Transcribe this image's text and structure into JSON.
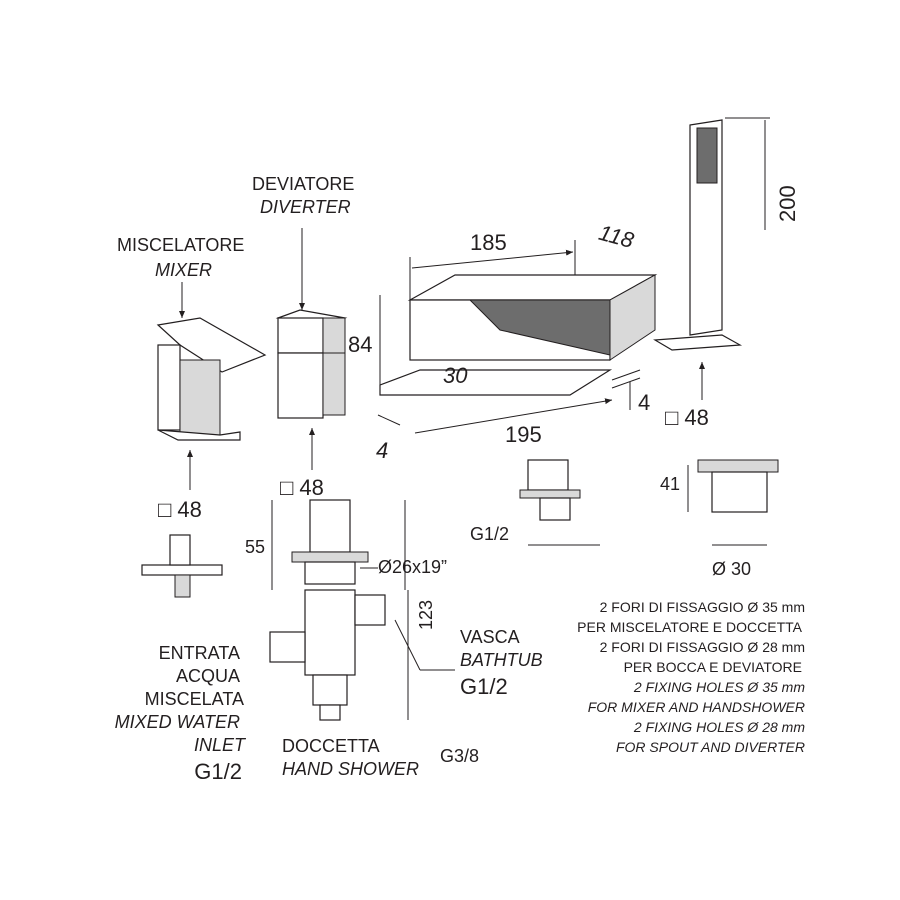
{
  "labels": {
    "diverter_it": "DEVIATORE",
    "diverter_en": "DIVERTER",
    "mixer_it": "MISCELATORE",
    "mixer_en": "MIXER",
    "inlet_it_1": "ENTRATA",
    "inlet_it_2": "ACQUA",
    "inlet_it_3": "MISCELATA",
    "inlet_en_1": "MIXED WATER",
    "inlet_en_2": "INLET",
    "inlet_thread": "G1/2",
    "bathtub_it": "VASCA",
    "bathtub_en": "BATHTUB",
    "bathtub_thread": "G1/2",
    "shower_it": "DOCCETTA",
    "shower_en": "HAND SHOWER",
    "shower_thread": "G3/8"
  },
  "dimensions": {
    "spout_width": "185",
    "spout_depth": "118",
    "spout_height": "84",
    "spout_angle": "30",
    "plate_thickness": "4",
    "plate_width": "195",
    "plate_thickness_left": "4",
    "handshower_height": "200",
    "handshower_base": "□ 48",
    "mixer_base": "□ 48",
    "diverter_base": "□ 48",
    "flange_height": "41",
    "spout_thread": "G1/2",
    "flange_diameter": "Ø 30",
    "diverter_shank": "55",
    "diverter_thread": "Ø26x19”",
    "diverter_body": "123"
  },
  "notes": [
    "2 FORI DI FISSAGGIO Ø 35 mm",
    "PER MISCELATORE E DOCCETTA",
    "2 FORI DI FISSAGGIO Ø 28 mm",
    "PER BOCCA E DEVIATORE",
    "2 FIXING HOLES Ø 35 mm",
    "FOR MIXER AND HANDSHOWER",
    "2 FIXING HOLES Ø 28 mm",
    "FOR SPOUT AND DIVERTER"
  ]
}
